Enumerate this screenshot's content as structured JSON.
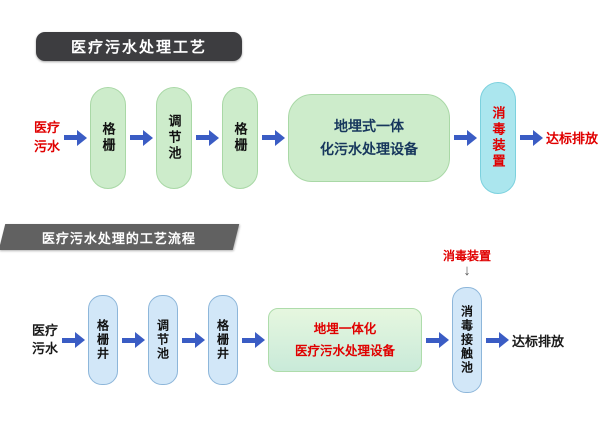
{
  "colors": {
    "arrow_blue": "#3a5cc4",
    "red_accent": "#e00000",
    "green_pill": "#cdeccb",
    "cyan_pill": "#abe6ee",
    "blue_pill": "#d2e7f8",
    "banner_dark": "#3d3d40",
    "banner_gray": "#616161"
  },
  "section1": {
    "title": "医疗污水处理工艺",
    "source": "医疗\n污水",
    "steps": [
      "格栅",
      "调节池",
      "格栅"
    ],
    "main_unit": "地埋式一体\n化污水处理设备",
    "disinfection": "消毒装置",
    "output": "达标排放"
  },
  "section2": {
    "title": "医疗污水处理的工艺流程",
    "source": "医疗\n污水",
    "steps": [
      "格栅井",
      "调节池",
      "格栅井"
    ],
    "main_unit": "地埋一体化\n医疗污水处理设备",
    "contact_tank": "消毒接触池",
    "annotation": "消毒装置",
    "annotation_arrow": "↓",
    "output": "达标排放"
  }
}
